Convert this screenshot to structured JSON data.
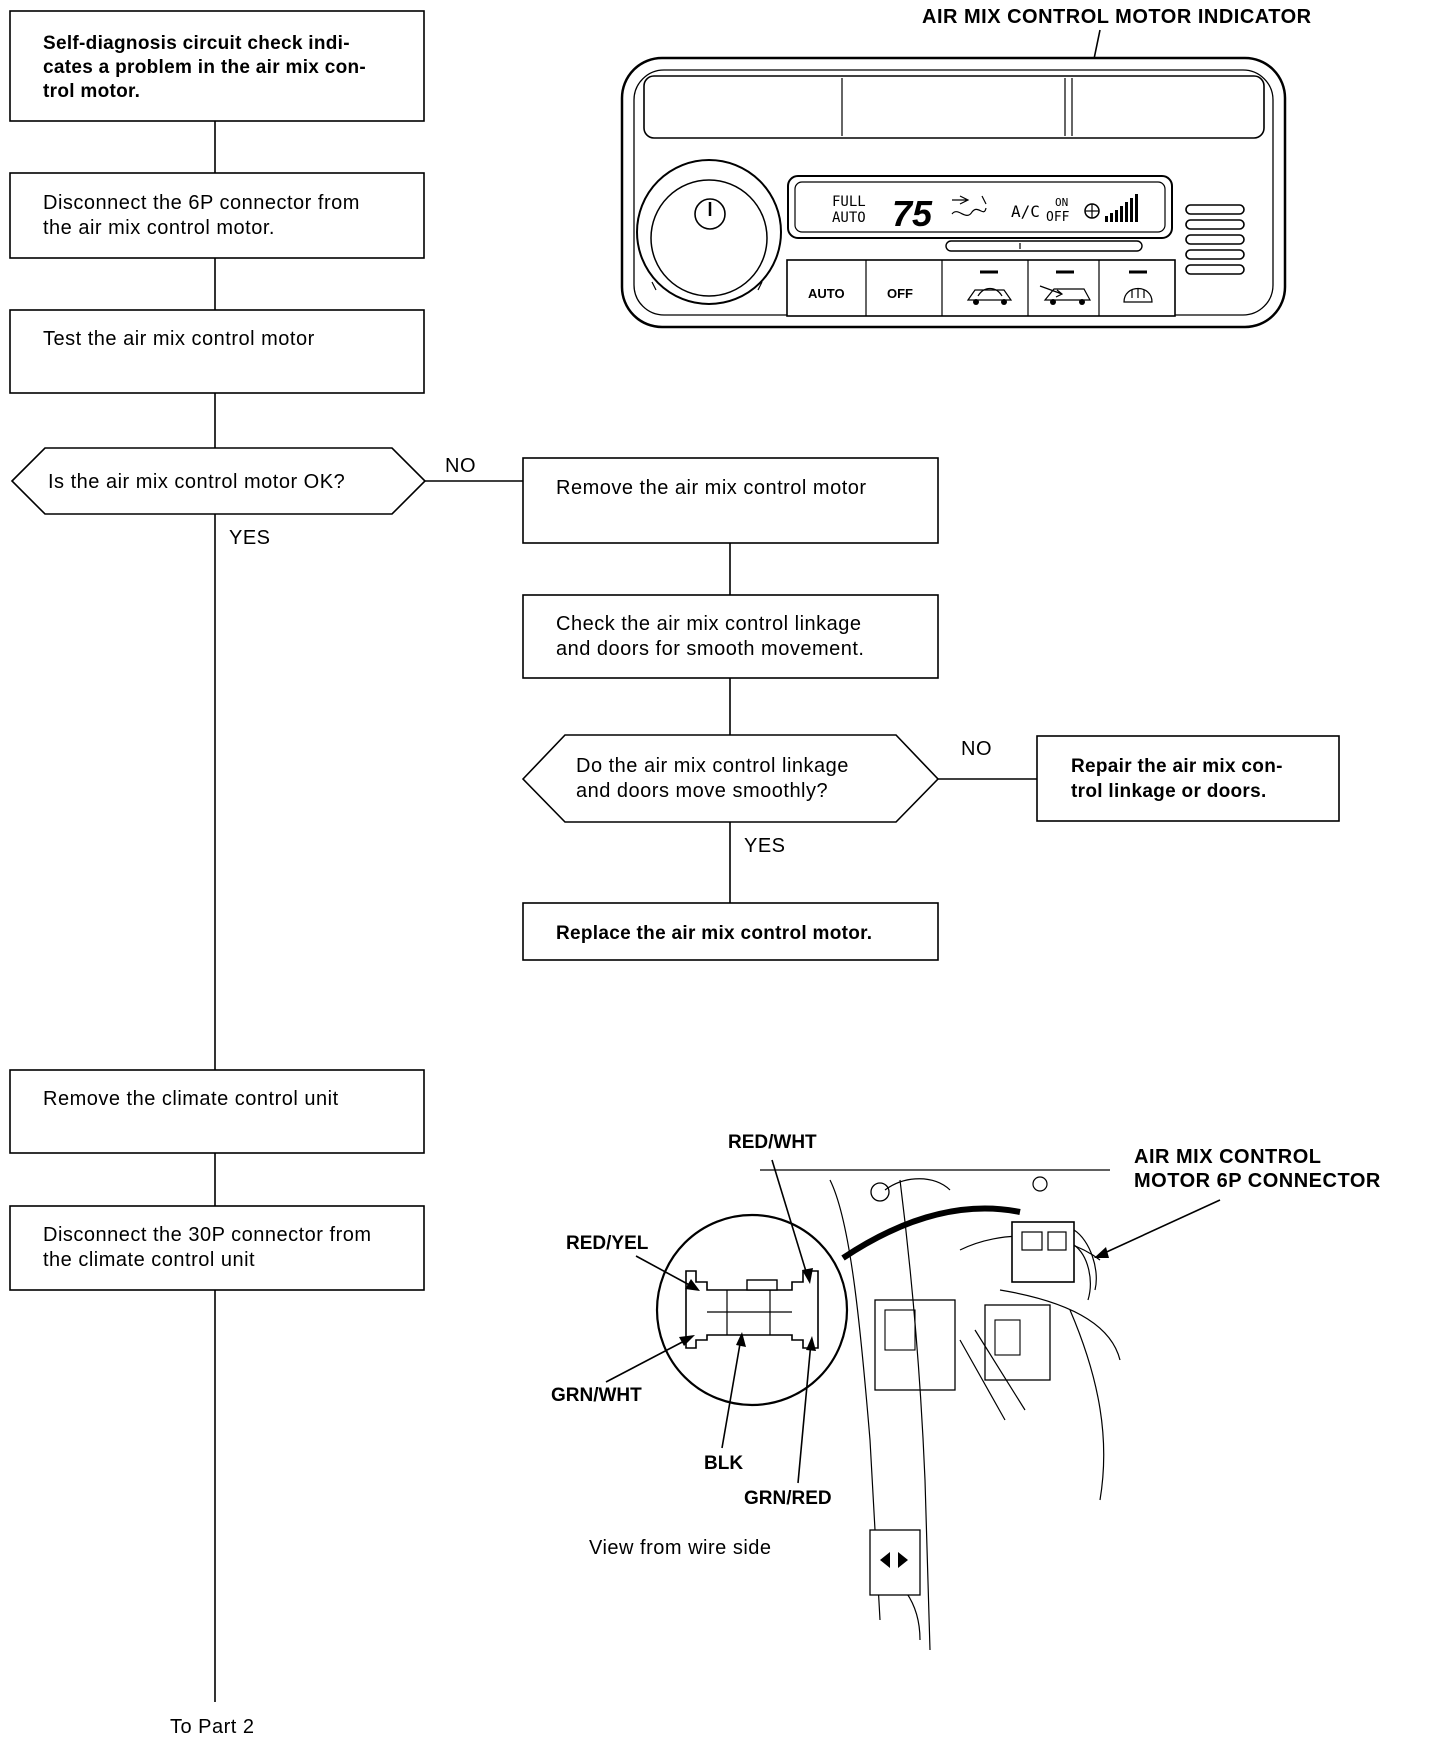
{
  "flowchart": {
    "step_problem": [
      "Self-diagnosis circuit check indi-",
      "cates a problem in the air mix con-",
      "trol motor."
    ],
    "step_disconnect_6p": [
      "Disconnect the 6P connector from",
      "the air mix control motor."
    ],
    "step_test_motor": [
      "Test the air mix control motor"
    ],
    "decision_motor_ok": [
      "Is the air mix control motor OK?"
    ],
    "step_remove_motor": [
      "Remove the air mix control motor"
    ],
    "step_check_linkage": [
      "Check the air mix control linkage",
      "and doors for smooth movement."
    ],
    "decision_linkage": [
      "Do the air mix control linkage",
      "and doors move smoothly?"
    ],
    "step_repair_linkage": [
      "Repair the air mix con-",
      "trol linkage or doors."
    ],
    "step_replace_motor": [
      "Replace the air mix control motor."
    ],
    "step_remove_ccu": [
      "Remove the climate control unit"
    ],
    "step_disconnect_30p": [
      "Disconnect the 30P connector from",
      "the climate control unit"
    ],
    "label_no_1": "NO",
    "label_yes_1": "YES",
    "label_no_2": "NO",
    "label_yes_2": "YES",
    "to_part": "To Part 2"
  },
  "control_panel": {
    "callout": "AIR MIX CONTROL MOTOR INDICATOR",
    "display_full": "FULL",
    "display_auto": "AUTO",
    "display_temp": "75",
    "display_ac": "A/C",
    "display_on": "ON",
    "display_off": "OFF",
    "button_auto": "AUTO",
    "button_off": "OFF"
  },
  "connector_view": {
    "callout_connector": [
      "AIR MIX CONTROL",
      "MOTOR 6P CONNECTOR"
    ],
    "pin_red_wht": "RED/WHT",
    "pin_red_yel": "RED/YEL",
    "pin_grn_wht": "GRN/WHT",
    "pin_blk": "BLK",
    "pin_grn_red": "GRN/RED",
    "caption": "View from wire side"
  }
}
